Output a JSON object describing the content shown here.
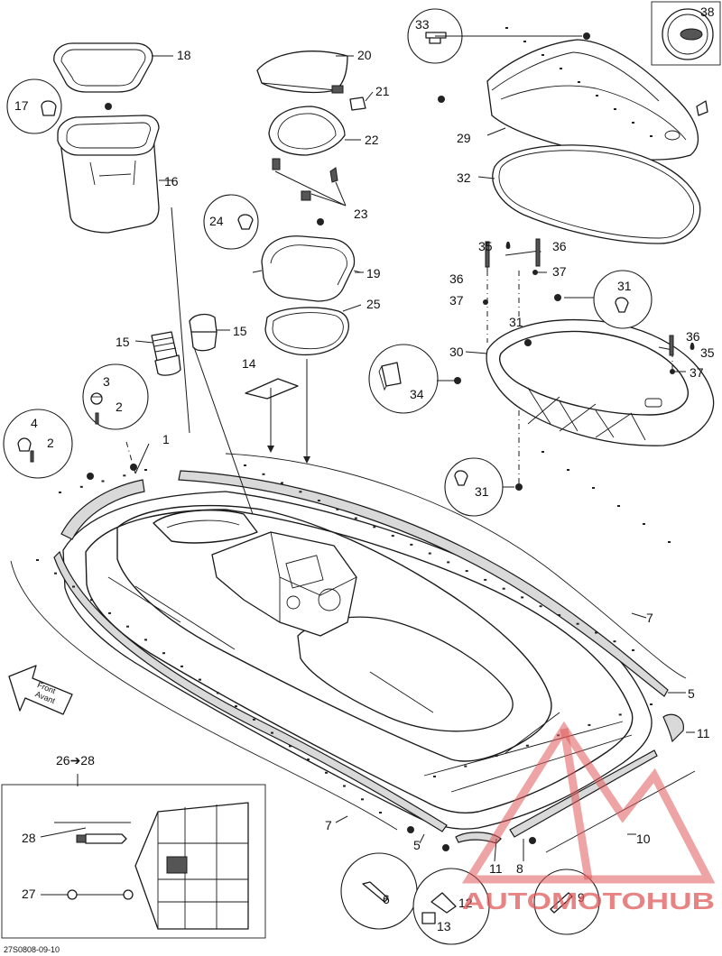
{
  "diagram": {
    "code": "27S0808-09-10",
    "direction_label": {
      "line1": "Front",
      "line2": "Avant"
    },
    "kit_label": "26➔28",
    "watermark": "AUTOMOTOHUB",
    "watermark_color": "#e05a5a",
    "part_numbers": {
      "p1": "1",
      "p2a": "2",
      "p2b": "2",
      "p3": "3",
      "p4": "4",
      "p5a": "5",
      "p5b": "5",
      "p6": "6",
      "p7a": "7",
      "p7b": "7",
      "p8": "8",
      "p9": "9",
      "p10": "10",
      "p11a": "11",
      "p11b": "11",
      "p12": "12",
      "p13": "13",
      "p14": "14",
      "p15a": "15",
      "p15b": "15",
      "p16": "16",
      "p17": "17",
      "p18": "18",
      "p19": "19",
      "p20": "20",
      "p21": "21",
      "p22": "22",
      "p23": "23",
      "p24": "24",
      "p25": "25",
      "p27": "27",
      "p28": "28",
      "p29": "29",
      "p30": "30",
      "p31a": "31",
      "p31b": "31",
      "p31c": "31",
      "p32": "32",
      "p33": "33",
      "p34": "34",
      "p35a": "35",
      "p35b": "35",
      "p36a": "36",
      "p36b": "36",
      "p36c": "36",
      "p37a": "37",
      "p37b": "37",
      "p37c": "37",
      "p38": "38"
    }
  }
}
